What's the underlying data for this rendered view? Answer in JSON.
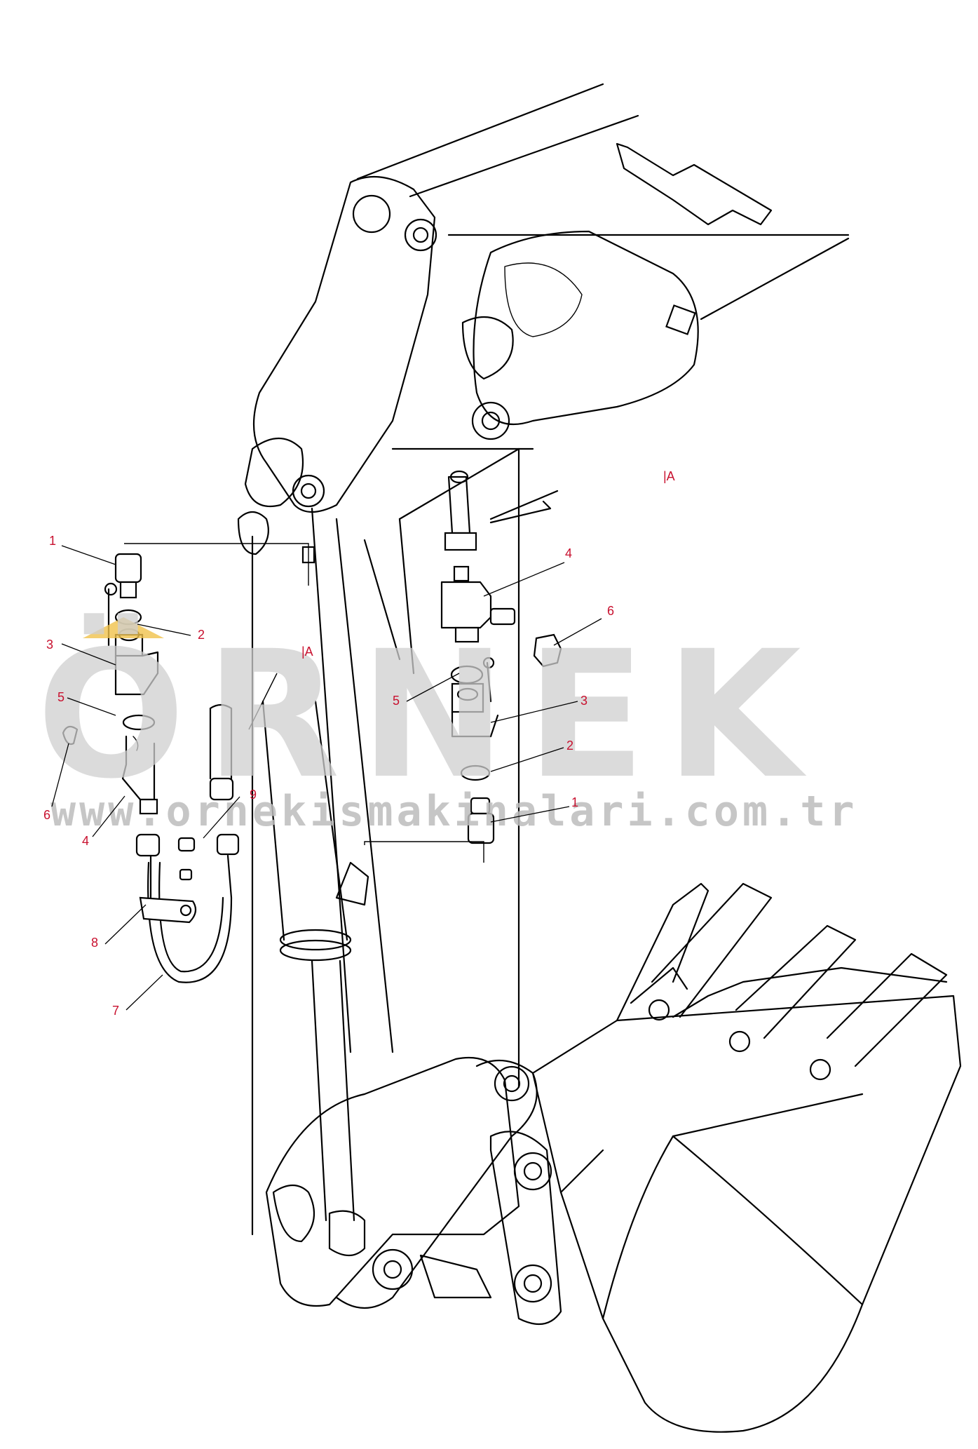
{
  "watermark": {
    "brand": "ÖRNEK",
    "url": "www.ornekismakinalari.com.tr",
    "brand_color": "#cfcfcf",
    "accent_color": "#f0c24b"
  },
  "view_marks": {
    "right": "|A",
    "left": "|A"
  },
  "callouts": {
    "c1_left": "1",
    "c2_left": "2",
    "c3_left": "3",
    "c5_left": "5",
    "c6_left": "6",
    "c4_left": "4",
    "c9_left": "9",
    "c8_left": "8",
    "c7_left": "7",
    "c4_right": "4",
    "c6_right": "6",
    "c5_right": "5",
    "c3_right": "3",
    "c2_right": "2",
    "c1_right": "1"
  },
  "colors": {
    "callout": "#c8102e",
    "line": "#000000"
  }
}
